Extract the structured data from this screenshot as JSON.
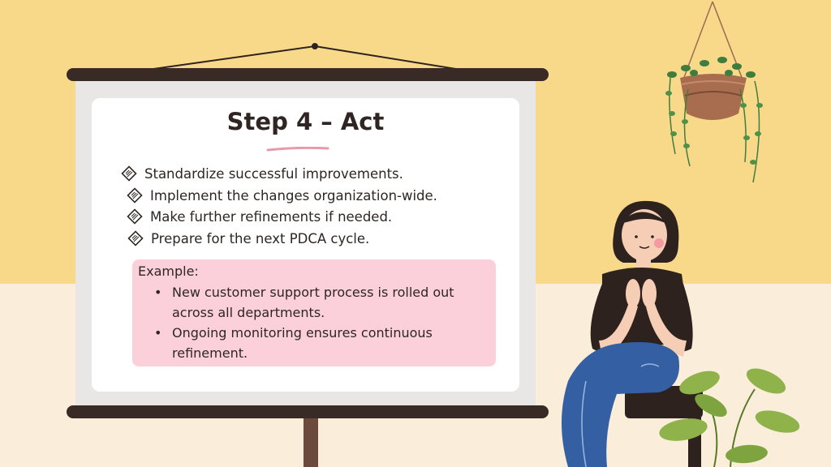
{
  "slide": {
    "title": "Step 4 – Act",
    "bullets": [
      "Standardize successful improvements.",
      "Implement the changes organization-wide.",
      "Make further refinements if needed.",
      "Prepare for the next PDCA cycle."
    ],
    "example": {
      "label": "Example:",
      "items": [
        "New customer support process is rolled out across all departments.",
        "Ongoing monitoring ensures continuous refinement."
      ]
    }
  },
  "colors": {
    "wall": "#f8d98a",
    "floor": "#faeedb",
    "screen_bar": "#3a2a26",
    "example_box": "#fcd0da",
    "title_underline": "#e89aaa"
  }
}
